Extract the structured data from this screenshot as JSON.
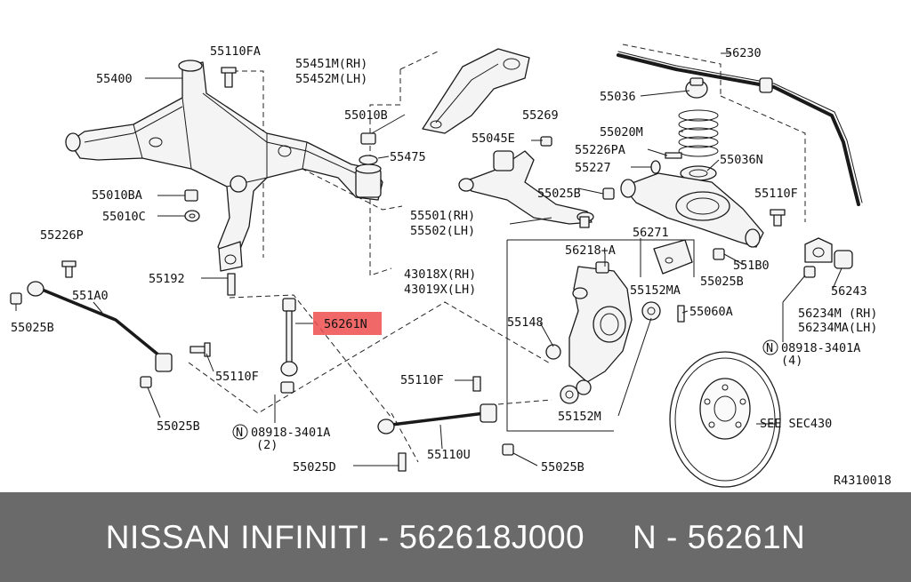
{
  "diagram": {
    "labels": {
      "l55110FA": "55110FA",
      "l55400": "55400",
      "l55451M": "55451M(RH)",
      "l55452M": "55452M(LH)",
      "l55010B": "55010B",
      "l55475": "55475",
      "l55269": "55269",
      "l55045E": "55045E",
      "l55010BA": "55010BA",
      "l55010C": "55010C",
      "l55226P": "55226P",
      "l55192": "55192",
      "l551A0": "551A0",
      "l55025B_left": "55025B",
      "l55110F_left": "55110F",
      "l55025B_lower": "55025B",
      "l08918_left": "08918-3401A",
      "l08918_left_qty": "(2)",
      "l55025D": "55025D",
      "l55110U": "55110U",
      "l55110F_mid": "55110F",
      "l55025B_bottom": "55025B",
      "l55501": "55501(RH)",
      "l55502": "55502(LH)",
      "l55025B_mid": "55025B",
      "l56230": "56230",
      "l55036": "55036",
      "l55020M": "55020M",
      "l55226PA": "55226PA",
      "l55227": "55227",
      "l55036N": "55036N",
      "l55110F_right": "55110F",
      "l56271": "56271",
      "l56218A": "56218+A",
      "l43018X": "43018X(RH)",
      "l43019X": "43019X(LH)",
      "l55152MA": "55152MA",
      "l55025B_right": "55025B",
      "l551B0": "551B0",
      "l56243": "56243",
      "l56234M": "56234M  (RH)",
      "l56234MA": "56234MA(LH)",
      "l08918_right": "08918-3401A",
      "l08918_right_qty": "(4)",
      "l55148": "55148",
      "l55060A": "55060A",
      "l55152M": "55152M",
      "lSEE": "SEE SEC430",
      "lRef": "R4310018",
      "lN_left": "N",
      "lN_right": "N"
    },
    "highlighted_part": "56261N",
    "highlight_color": "#ef4d4d"
  },
  "footer": {
    "text": "NISSAN INFINITI - 562618J000     N - 56261N",
    "background": "#6a6a6a"
  }
}
